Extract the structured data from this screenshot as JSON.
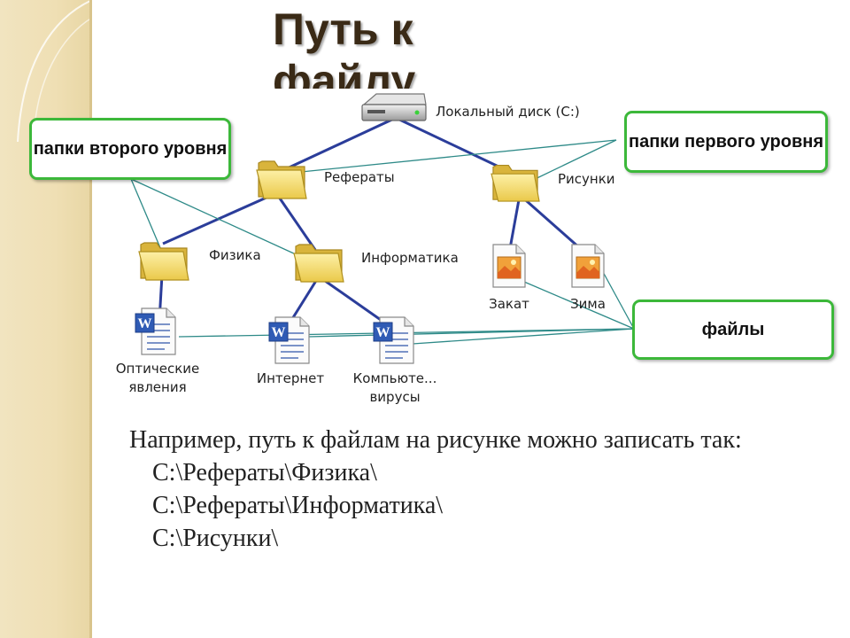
{
  "title": "Путь к файлу",
  "disk": {
    "label": "Локальный диск (C:)",
    "icon": "hard-disk-icon"
  },
  "folders_level1": [
    {
      "label": "Рефераты",
      "icon": "folder-icon"
    },
    {
      "label": "Рисунки",
      "icon": "folder-icon"
    }
  ],
  "folders_level2": [
    {
      "label": "Физика",
      "icon": "folder-icon"
    },
    {
      "label": "Информатика",
      "icon": "folder-icon"
    }
  ],
  "files": [
    {
      "label_lines": [
        "Оптические",
        "явления"
      ],
      "icon": "word-document-icon"
    },
    {
      "label_lines": [
        "Интернет"
      ],
      "icon": "word-document-icon"
    },
    {
      "label_lines": [
        "Компьюте...",
        "вирусы"
      ],
      "icon": "word-document-icon"
    },
    {
      "label_lines": [
        "Закат"
      ],
      "icon": "image-file-icon"
    },
    {
      "label_lines": [
        "Зима"
      ],
      "icon": "image-file-icon"
    }
  ],
  "callouts": {
    "second_level": "папки второго уровня",
    "first_level": "папки первого уровня",
    "files": "файлы"
  },
  "text": {
    "intro": "Например, путь к файлам на рисунке можно записать так:",
    "paths": [
      "C:\\Рефераты\\Физика\\",
      "C:\\Рефераты\\Информатика\\",
      "C:\\Рисунки\\"
    ]
  },
  "colors": {
    "tree_lines": "#2b3d9a",
    "pointer_lines": "#2e8a88",
    "callout_border": "#3cb83a",
    "folder": "#f2d660"
  }
}
